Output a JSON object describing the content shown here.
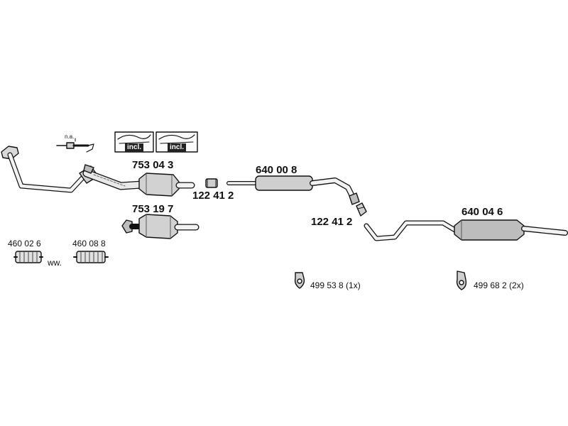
{
  "labels": {
    "cat_main": "753 04 3",
    "cat_alt": "753 19 7",
    "clamp_1": "122 41 2",
    "clamp_2": "122 41 2",
    "middle_silencer": "640 00 8",
    "rear_silencer": "640 04 6",
    "flex_1": "460 02 6",
    "flex_2": "460 08 8",
    "flex_alt": "ww.",
    "mount_1": "499 53 8 (1x)",
    "mount_2": "499 68 2 (2x)",
    "sensor_na": "n.a."
  },
  "kit": {
    "incl_1": "incl.",
    "incl_2": "incl."
  },
  "colors": {
    "line": "#111111",
    "fill_light": "#e6e6e6",
    "fill_mid": "#bdbdbd",
    "fill_dark": "#8a8a8a"
  }
}
